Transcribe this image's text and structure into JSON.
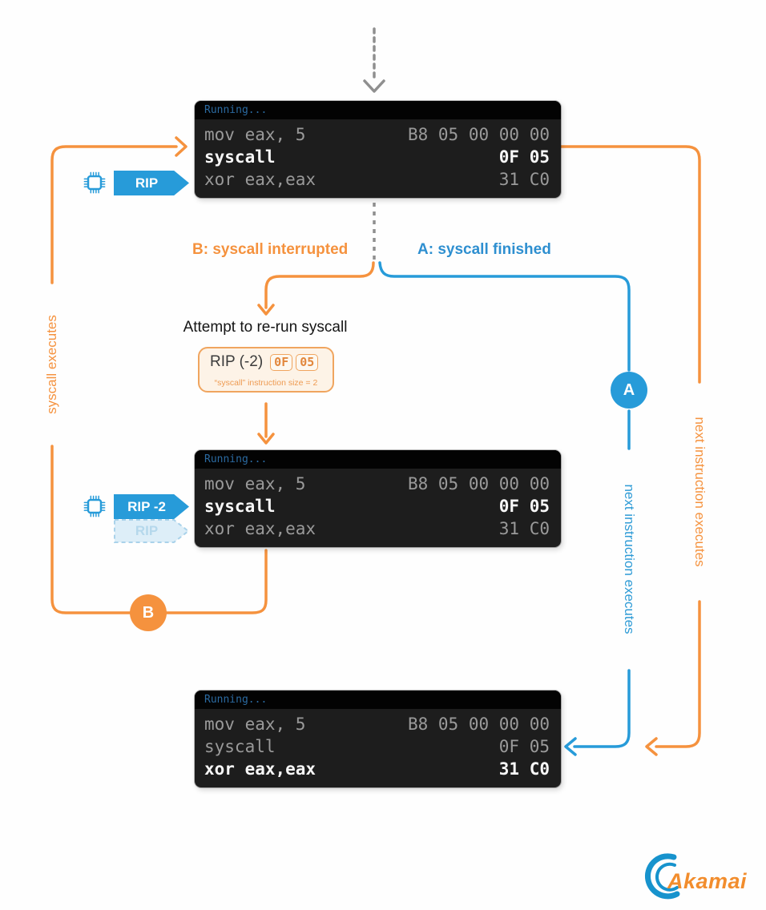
{
  "colors": {
    "orange": "#F5923E",
    "blue": "#279BD9",
    "terminal_bg": "#1D1D1D",
    "code_dim": "#9A9A9A",
    "code_active": "#F7F7F7"
  },
  "terminal": {
    "header": "Running...",
    "rows": [
      {
        "asm": "mov eax, 5",
        "bytes": "B8 05 00 00 00"
      },
      {
        "asm": "syscall",
        "bytes": "0F 05"
      },
      {
        "asm": "xor eax,eax",
        "bytes": "31 C0"
      }
    ]
  },
  "rip_tags": {
    "rip": "RIP",
    "rip_minus_2": "RIP -2",
    "rip_ghost": "RIP"
  },
  "branches": {
    "b_label": "B: syscall interrupted",
    "a_label": "A: syscall finished"
  },
  "rerun": {
    "title": "Attempt to re-run syscall",
    "register": "RIP (-2)",
    "byte_high": "0F",
    "byte_low": "05",
    "caption": "“syscall” instruction size = 2"
  },
  "edges": {
    "syscall_executes": "syscall executes",
    "next_instruction_a": "next instruction executes",
    "next_instruction_b": "next instruction executes",
    "marker_a": "A",
    "marker_b": "B"
  },
  "logo": {
    "brand": "Akamai"
  }
}
